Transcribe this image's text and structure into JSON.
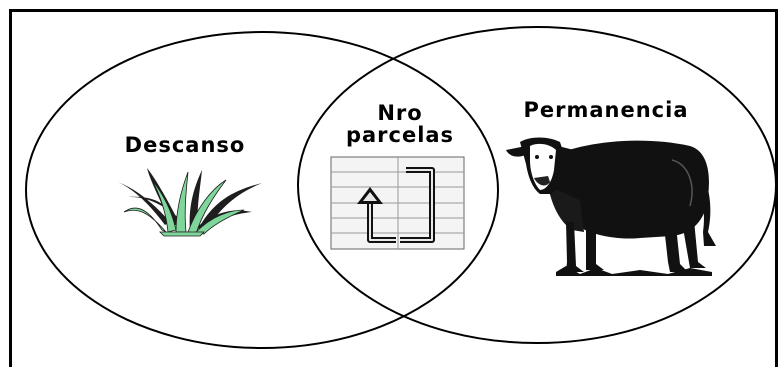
{
  "diagram": {
    "left_label": "Descanso",
    "center_label_line1": "Nro",
    "center_label_line2": "parcelas",
    "right_label": "Permanencia"
  },
  "icons": {
    "left": "grass-icon",
    "center": "paddock-rotation-icon",
    "right": "cow-icon"
  },
  "colors": {
    "grass_light": "#7fd69a",
    "grass_dark": "#1e1e1e",
    "grid_fill": "#f4f4f4",
    "grid_lines": "#888888"
  }
}
